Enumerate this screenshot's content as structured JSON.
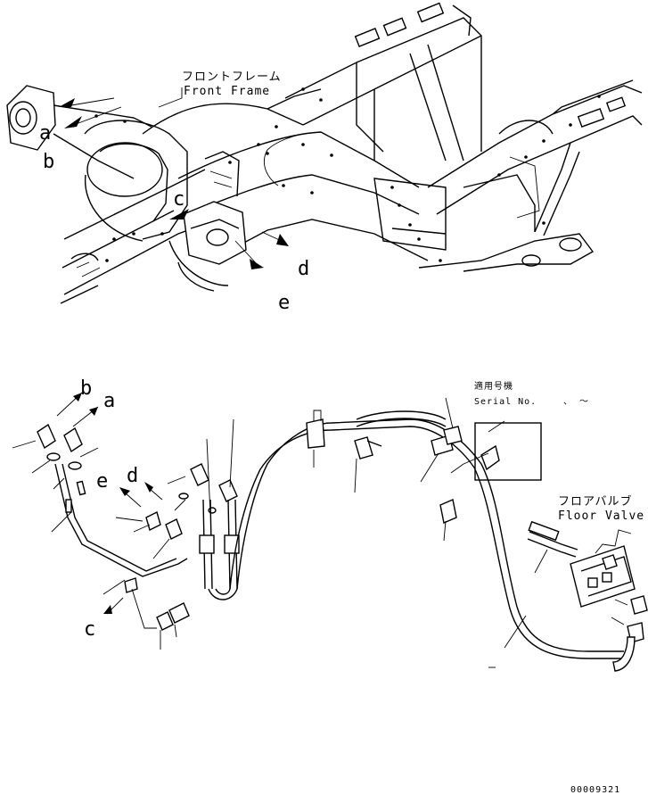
{
  "labels": {
    "front_frame_jp": "フロントフレーム",
    "front_frame_en": "Front Frame",
    "serial_jp": "適用号機",
    "serial_en": "Serial No.",
    "serial_dots": "、 ～",
    "floor_valve_jp": "フロアバルブ",
    "floor_valve_en": "Floor Valve",
    "part_code": "00009321"
  },
  "callouts": {
    "top_a": "a",
    "top_b": "b",
    "top_c": "c",
    "top_d": "d",
    "top_e": "e",
    "bot_b": "b",
    "bot_a": "a",
    "bot_e": "e",
    "bot_d": "d",
    "bot_c": "c",
    "bot_dash": "–"
  }
}
